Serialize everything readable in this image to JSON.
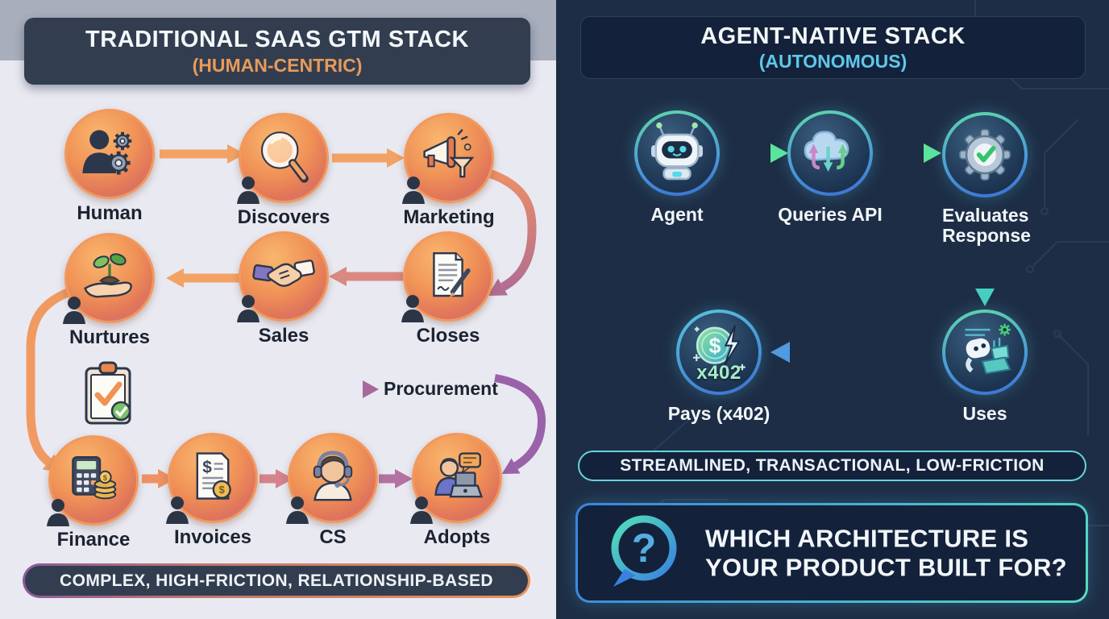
{
  "left": {
    "title": "TRADITIONAL SAAS GTM STACK",
    "subtitle": "(HUMAN-CENTRIC)",
    "banner": "COMPLEX, HIGH-FRICTION, RELATIONSHIP-BASED",
    "nodes": [
      {
        "label": "Human"
      },
      {
        "label": "Discovers"
      },
      {
        "label": "Marketing"
      },
      {
        "label": "Nurtures"
      },
      {
        "label": "Sales"
      },
      {
        "label": "Closes"
      },
      {
        "label": "Procurement"
      },
      {
        "label": "Finance"
      },
      {
        "label": "Invoices"
      },
      {
        "label": "CS"
      },
      {
        "label": "Adopts"
      }
    ]
  },
  "right": {
    "title": "AGENT-NATIVE STACK",
    "subtitle": "(AUTONOMOUS)",
    "banner": "STREAMLINED, TRANSACTIONAL, LOW-FRICTION",
    "question_line1": "WHICH ARCHITECTURE IS",
    "question_line2": "YOUR PRODUCT BUILT FOR?",
    "nodes": [
      {
        "label": "Agent"
      },
      {
        "label": "Queries API"
      },
      {
        "label": "Evaluates Response"
      },
      {
        "label": "Pays (x402)",
        "badge": "x402"
      },
      {
        "label": "Uses"
      }
    ]
  },
  "colors": {
    "left_bg": "#e9e9f2",
    "left_band": "#a8aebc",
    "dark_box": "#323e4f",
    "orange_accent": "#e89a5a",
    "right_bg": "#1d2d45",
    "right_box": "#13223a",
    "teal_accent": "#5fc8e8",
    "green_arrow": "#5ce49c"
  }
}
